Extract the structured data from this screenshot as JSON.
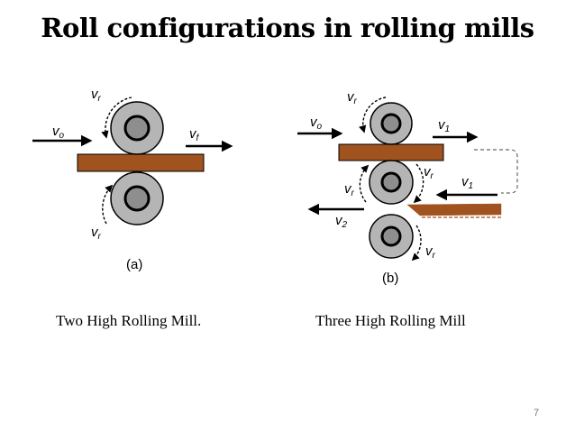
{
  "slide": {
    "title": "Roll configurations in rolling mills",
    "page_number": "7"
  },
  "figure_a": {
    "caption": "Two High Rolling Mill.",
    "tag": "(a)",
    "labels": {
      "v_in": "v",
      "v_in_sub": "o",
      "v_out": "v",
      "v_out_sub": "f",
      "vr_top": "v",
      "vr_top_sub": "r",
      "vr_bottom": "v",
      "vr_bottom_sub": "r"
    }
  },
  "figure_b": {
    "caption": "Three High Rolling Mill",
    "tag": "(b)",
    "labels": {
      "v_in": "v",
      "v_in_sub": "o",
      "v_out1": "v",
      "v_out1_sub": "1",
      "v_return": "v",
      "v_return_sub": "1",
      "v_exit": "v",
      "v_exit_sub": "2",
      "vr_top": "v",
      "vr_top_sub": "r",
      "vr_mid_right": "v",
      "vr_mid_right_sub": "r",
      "vr_mid_left": "v",
      "vr_mid_left_sub": "r",
      "vr_bottom": "v",
      "vr_bottom_sub": "r"
    }
  },
  "colors": {
    "workpiece": "#a0521f",
    "roll_outer": "#b5b5b5",
    "roll_inner": "#8e8e8e",
    "roll_stroke": "#000000"
  }
}
